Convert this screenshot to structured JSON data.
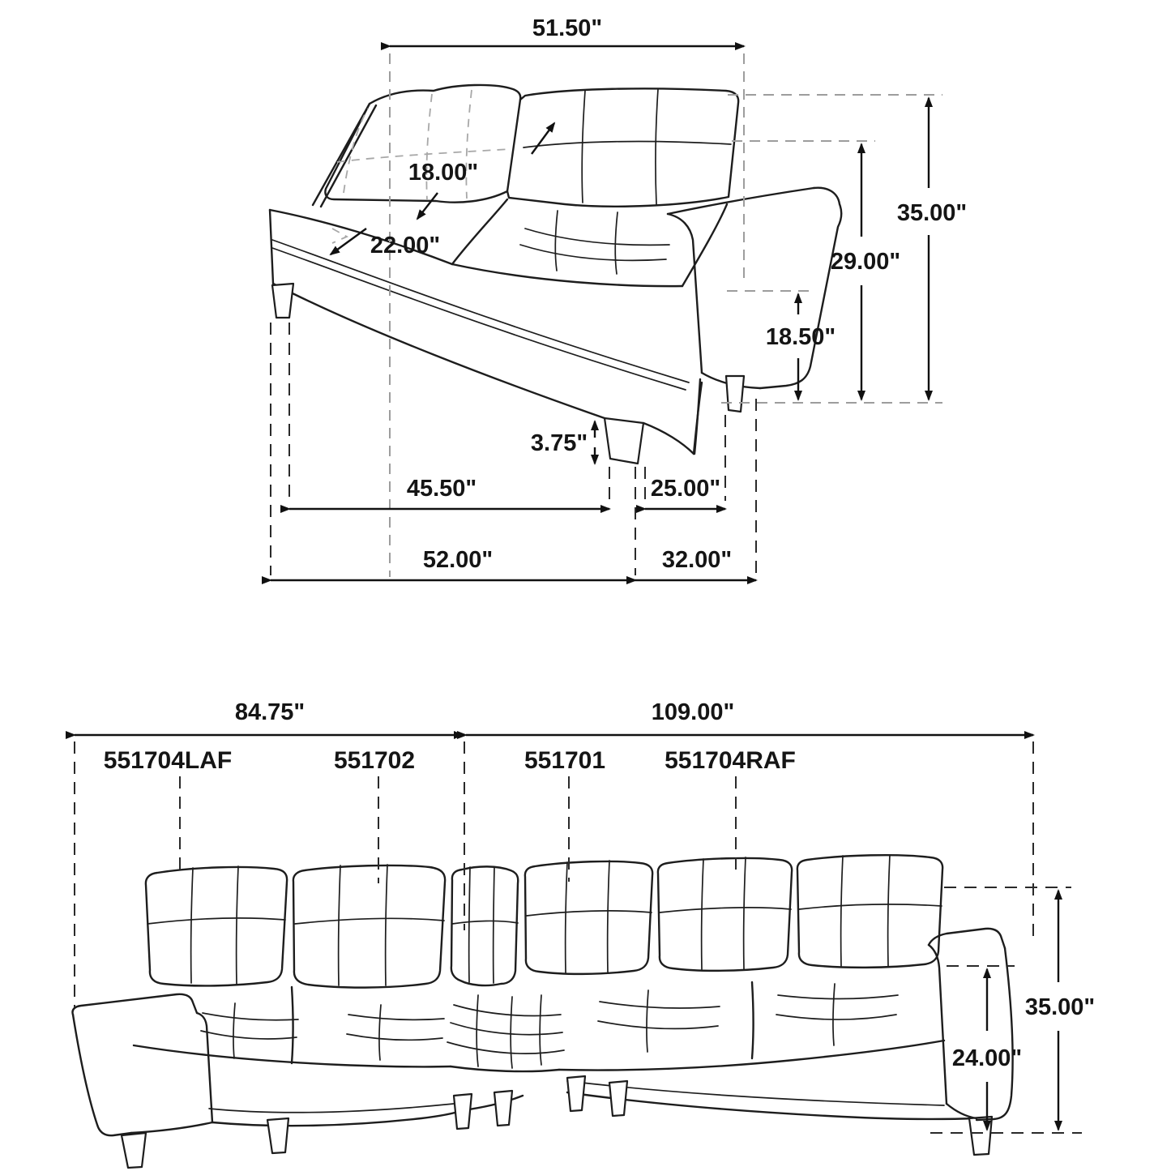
{
  "title": "sectional-sofa-dimension-diagram",
  "top_diagram": {
    "description": "loveseat-section-side-dimensions",
    "dims": {
      "back_width": "51.50\"",
      "back_cushion_length": "18.00\"",
      "seat_depth": "22.00\"",
      "overall_height": "35.00\"",
      "seat_back_height": "29.00\"",
      "arm_rest_height": "18.50\"",
      "leg_height": "3.75\"",
      "inside_width": "45.50\"",
      "base_depth": "25.00\"",
      "overall_width": "52.00\"",
      "overall_depth": "32.00\""
    }
  },
  "sectional_diagram": {
    "description": "sectional-configuration-dimensions",
    "dims": {
      "left_arm_length": "84.75\"",
      "right_arm_length": "109.00\"",
      "overall_height": "35.00\"",
      "arm_height": "24.00\""
    },
    "parts": [
      {
        "sku": "551704LAF"
      },
      {
        "sku": "551702"
      },
      {
        "sku": "551701"
      },
      {
        "sku": "551704RAF"
      }
    ]
  }
}
